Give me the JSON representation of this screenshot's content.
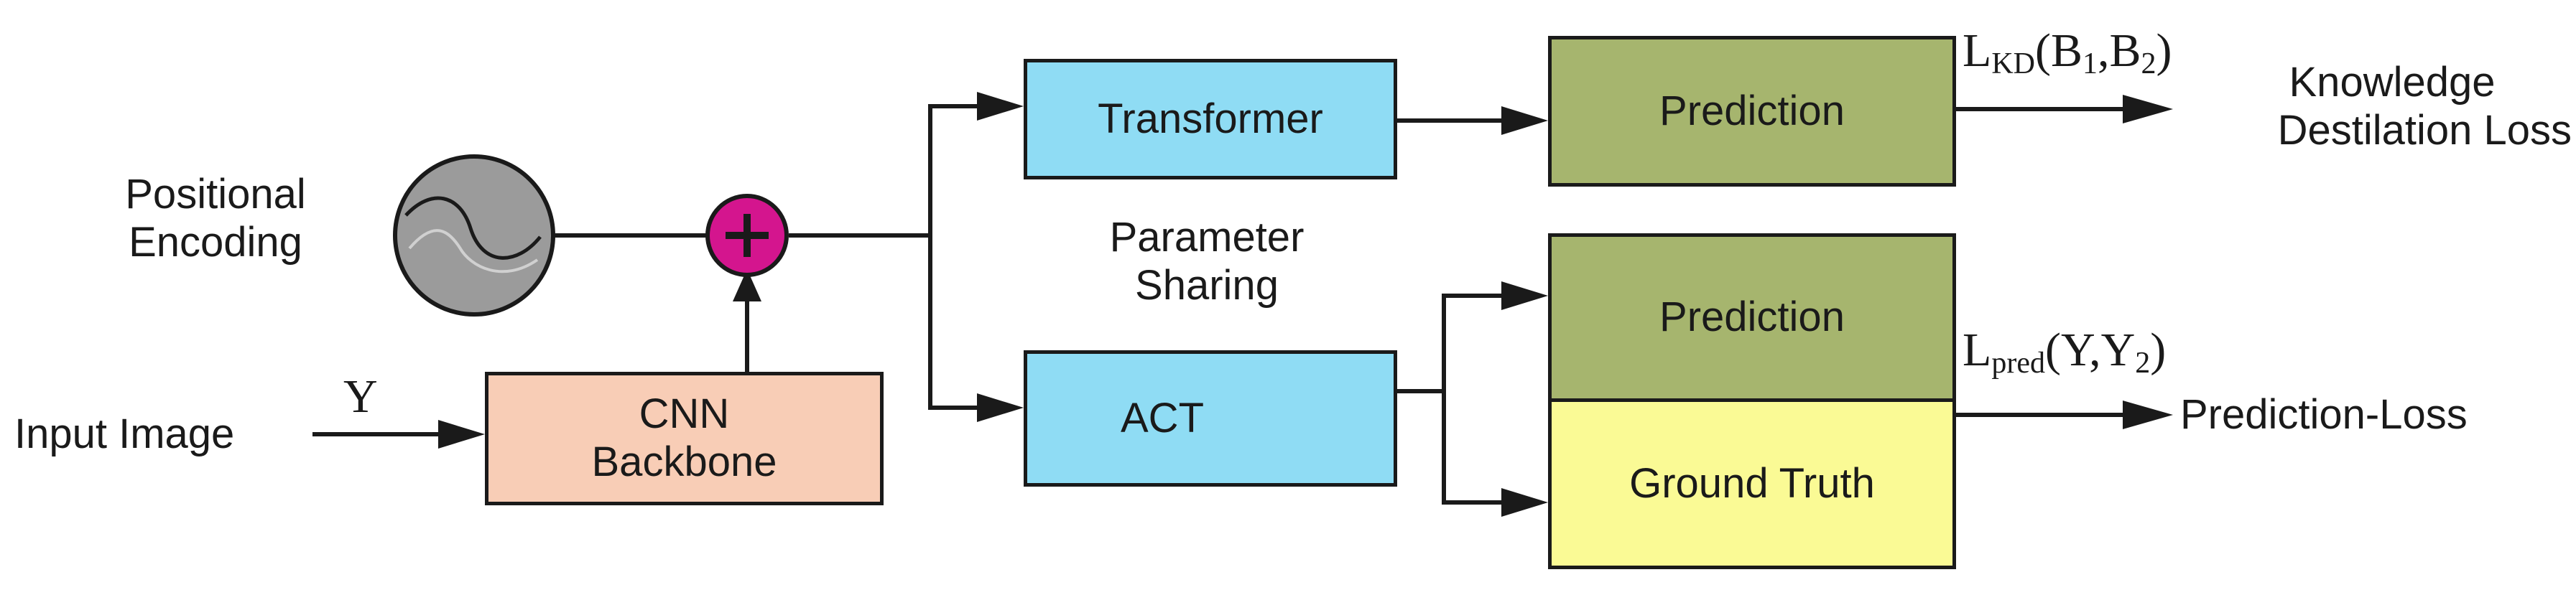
{
  "nodes": {
    "transformer": "Transformer",
    "act": "ACT",
    "prediction_top": "Prediction",
    "prediction_bottom": "Prediction",
    "ground_truth": "Ground Truth",
    "cnn_line1": "CNN",
    "cnn_line2": "Backbone"
  },
  "labels": {
    "positional_line1": "Positional",
    "positional_line2": "Encoding",
    "input_image": "Input Image",
    "y_symbol": "Y",
    "parameter_line1": "Parameter",
    "parameter_line2": "Sharing",
    "kd_line1": "Knowledge",
    "kd_line2": "Destilation Loss",
    "pred_loss": "Prediction-Loss",
    "plus": "+"
  },
  "formulas": {
    "lkd_L": "L",
    "lkd_sub": "KD",
    "lkd_args_open": "(B",
    "lkd_b1_sub": "1",
    "lkd_comma": ",B",
    "lkd_b2_sub": "2",
    "lkd_close": ")",
    "lpred_L": "L",
    "lpred_sub": "pred",
    "lpred_args_open": "(Y,Y",
    "lpred_y2_sub": "2",
    "lpred_close": ")"
  },
  "colors": {
    "blue_box": "#8fdcf4",
    "olive_box": "#a6b56e",
    "yellow_box": "#fafa95",
    "peach_box": "#f8cdb6",
    "plus_circle": "#d4158e",
    "encoder_circle": "#9b9b9b"
  }
}
